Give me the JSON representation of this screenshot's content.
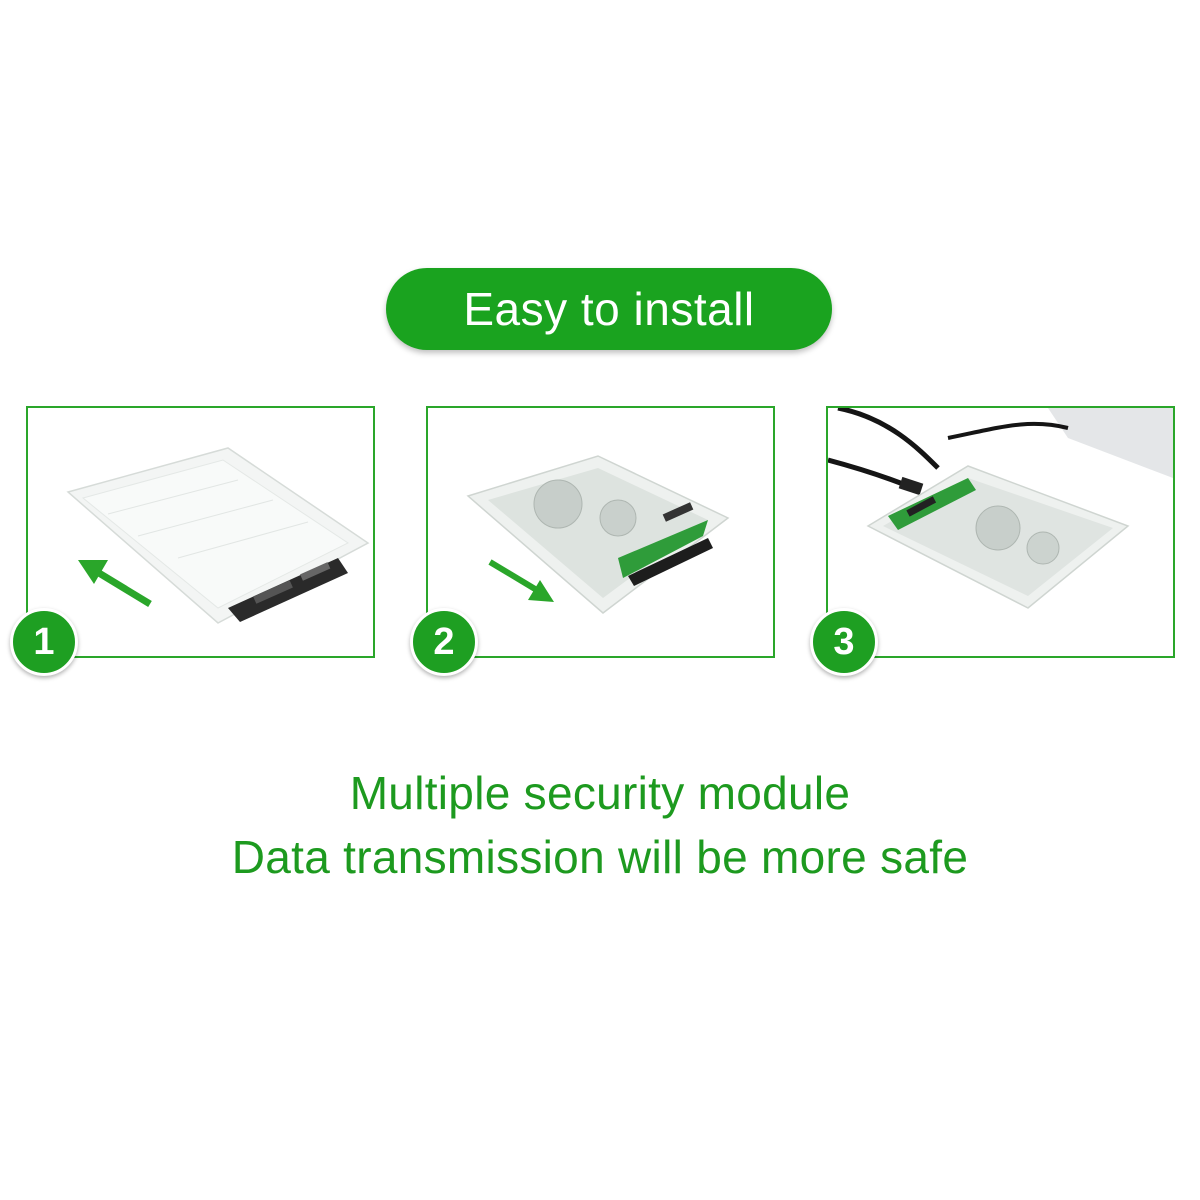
{
  "header": {
    "title": "Easy to install"
  },
  "steps": [
    {
      "number": "1"
    },
    {
      "number": "2"
    },
    {
      "number": "3"
    }
  ],
  "captions": {
    "line1": "Multiple security module",
    "line2": "Data transmission will be more safe"
  },
  "colors": {
    "accent": "#1aa31f",
    "text_green": "#1d9a1f",
    "panel_border": "#2aa62a"
  },
  "icons": [
    "arrow-up-left-icon",
    "arrow-down-right-icon",
    "usb-cable-icon"
  ]
}
